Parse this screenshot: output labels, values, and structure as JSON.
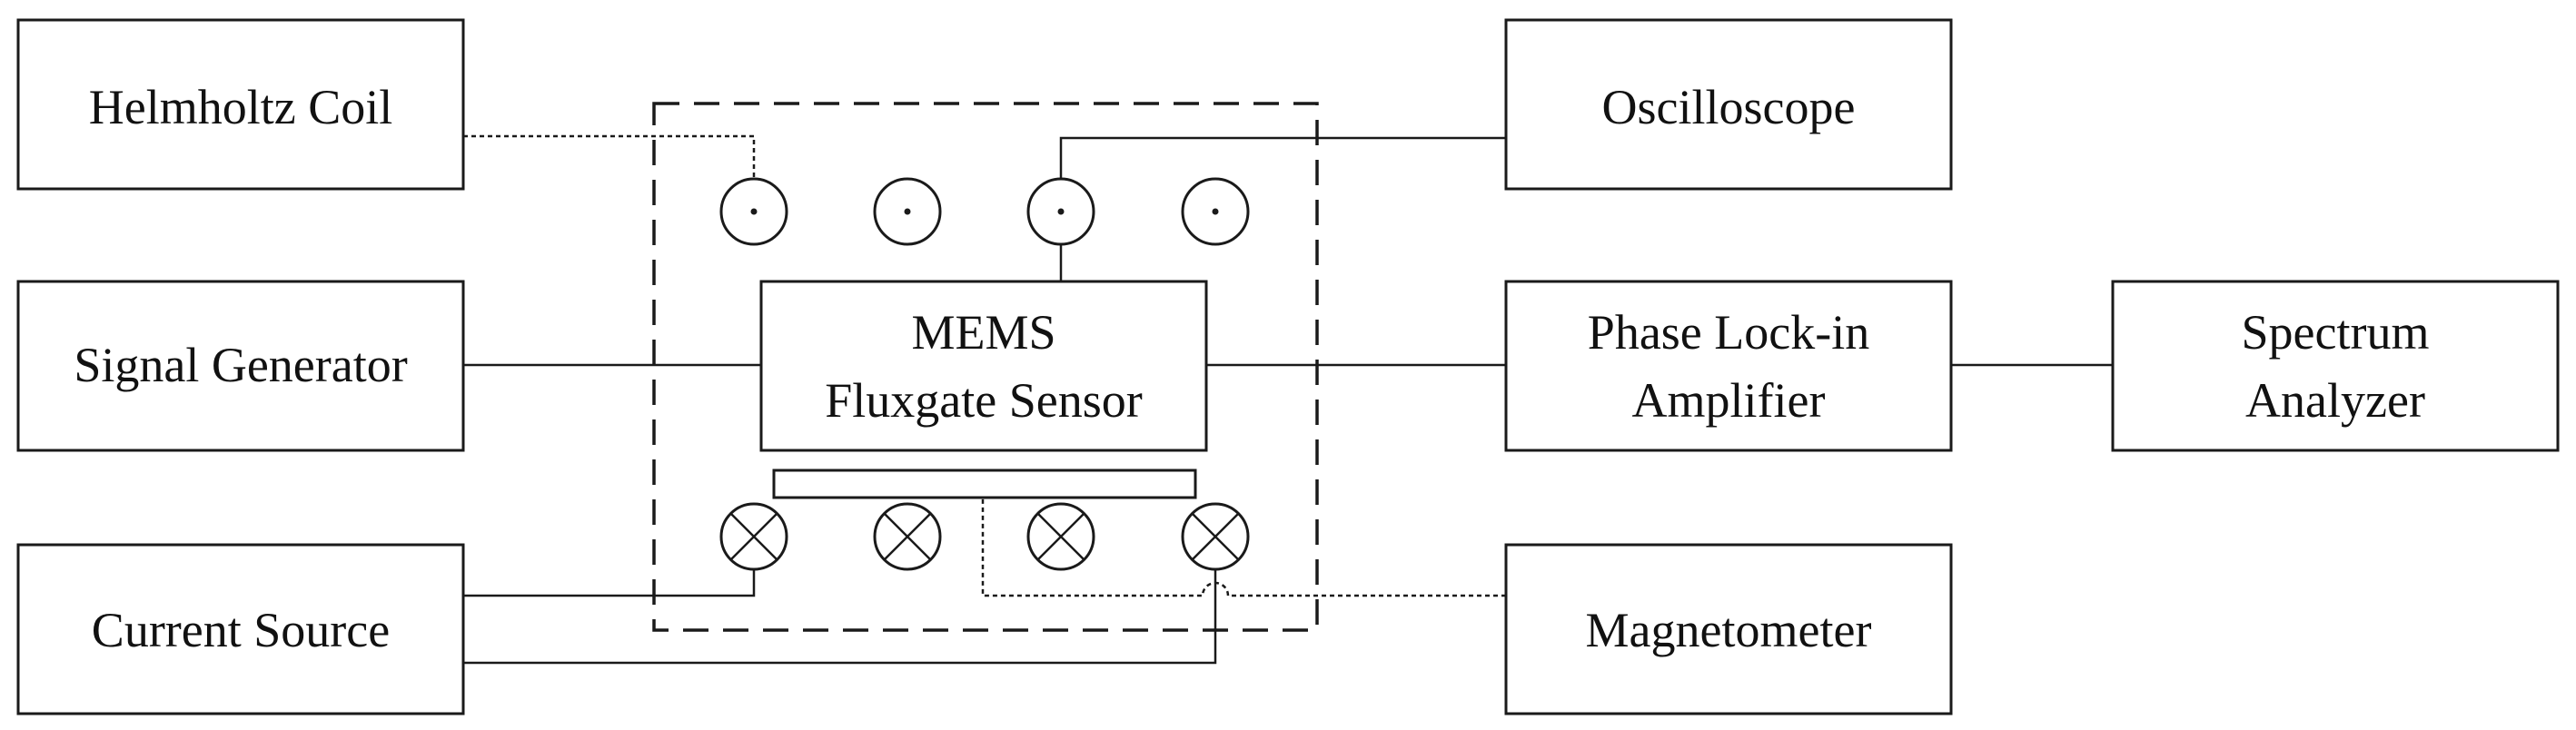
{
  "blocks": {
    "helmholtz_coil": {
      "lines": [
        "Helmholtz Coil"
      ]
    },
    "signal_generator": {
      "lines": [
        "Signal Generator"
      ]
    },
    "current_source": {
      "lines": [
        "Current Source"
      ]
    },
    "mems_sensor": {
      "lines": [
        "MEMS",
        "Fluxgate Sensor"
      ]
    },
    "oscilloscope": {
      "lines": [
        "Oscilloscope"
      ]
    },
    "lockin_amplifier": {
      "lines": [
        "Phase Lock-in",
        "Amplifier"
      ]
    },
    "magnetometer": {
      "lines": [
        "Magnetometer"
      ]
    },
    "spectrum_analyzer": {
      "lines": [
        "Spectrum",
        "Analyzer"
      ]
    }
  },
  "coils": {
    "top_row": [
      "out",
      "out",
      "out",
      "out"
    ],
    "bottom_row": [
      "in",
      "in",
      "in",
      "in"
    ]
  }
}
